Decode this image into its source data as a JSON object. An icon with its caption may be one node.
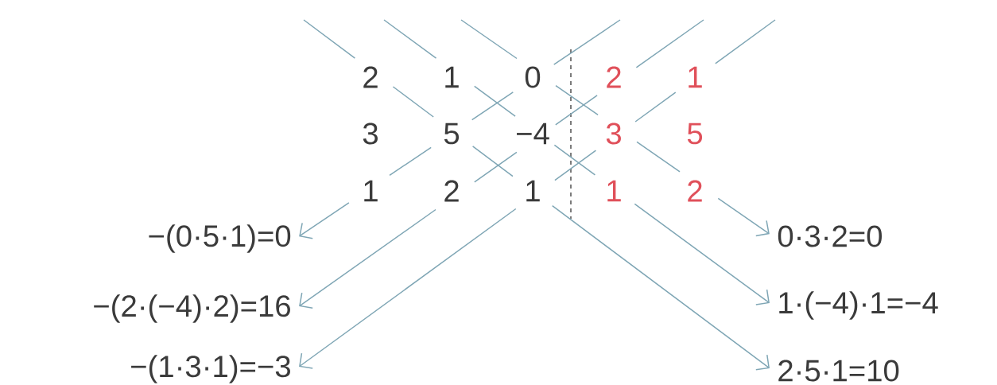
{
  "diagram": {
    "nodes": [
      {
        "text": [
          "−(0·5·1)=0"
        ]
      },
      {
        "text": [
          "0·3·2=0"
        ]
      },
      {
        "text": [
          "−(2·(−4)·2)=16"
        ]
      },
      {
        "text": [
          "1·(−4)·1=−4"
        ]
      },
      {
        "text": [
          "−(1·3·1)=−3"
        ]
      },
      {
        "text": [
          "2·5·1=10"
        ]
      }
    ],
    "edges": [
      {
        "from": null,
        "to": 0,
        "arrow": "to"
      },
      {
        "from": null,
        "to": 1,
        "arrow": "to"
      },
      {
        "from": null,
        "to": 2,
        "arrow": "to"
      },
      {
        "from": null,
        "to": 3,
        "arrow": "to"
      },
      {
        "from": null,
        "to": 4,
        "arrow": "to"
      },
      {
        "from": null,
        "to": 5,
        "arrow": "to"
      }
    ],
    "labels": [
      "2",
      "1",
      "0",
      "2",
      "1",
      "3",
      "5",
      "−4",
      "3",
      "5",
      "1",
      "2",
      "1",
      "1",
      "2"
    ]
  }
}
